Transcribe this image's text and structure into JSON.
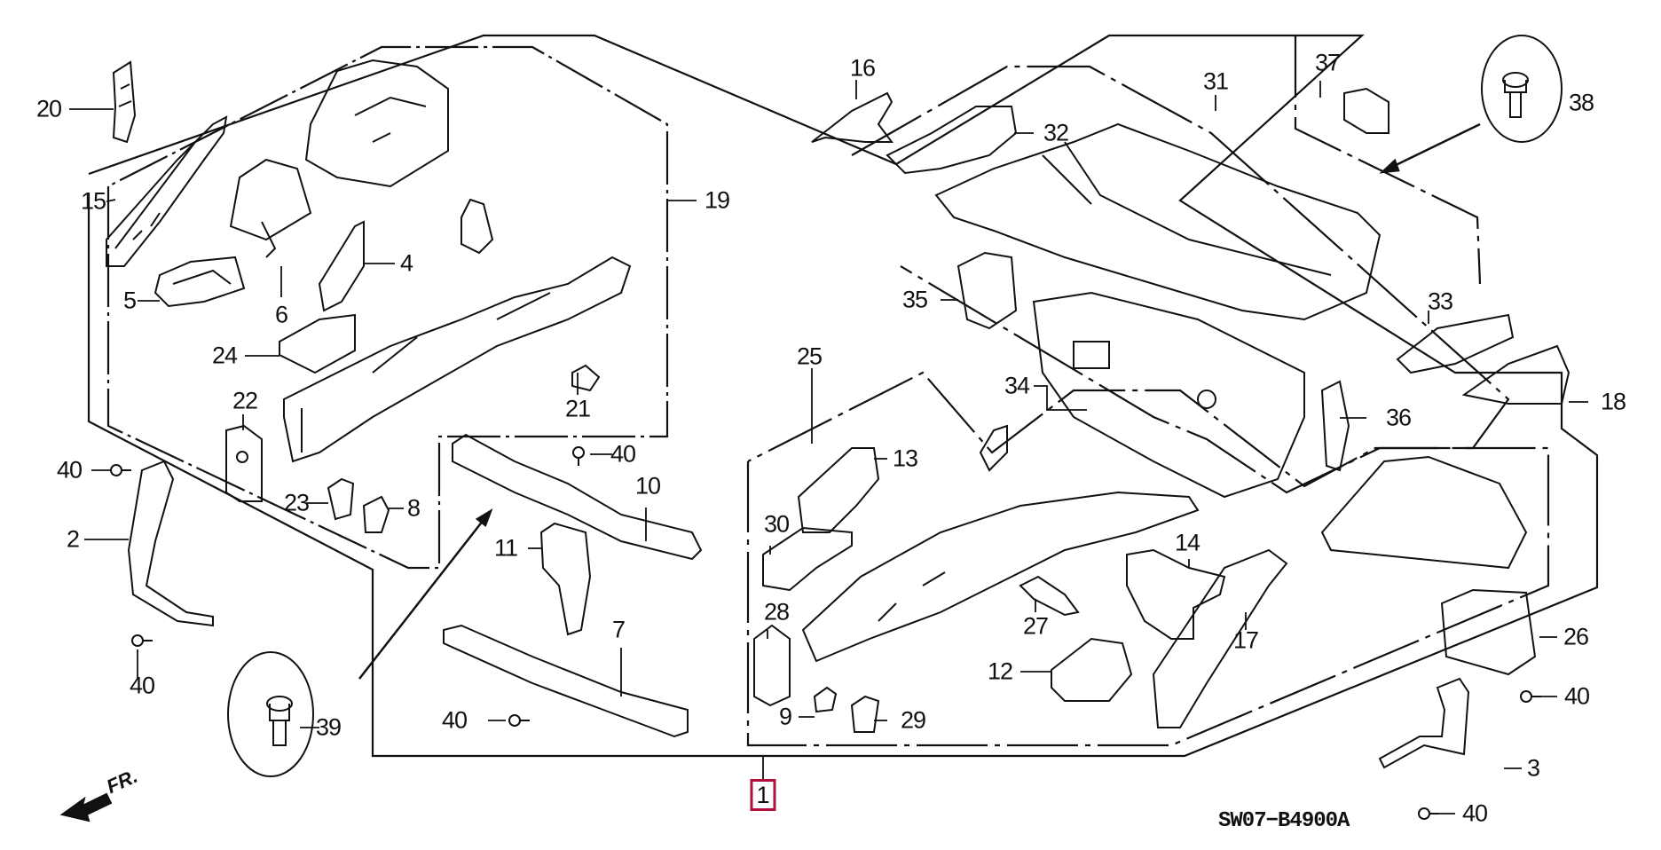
{
  "diagram": {
    "title": "Body structure components (front/rear floor & frame) exploded parts diagram",
    "reference_code": "SW07−B4900A",
    "assembly_key_label": "1",
    "direction_indicator": "FR.",
    "accent_color": "#b0103a",
    "line_color": "#111111",
    "callouts": [
      {
        "id": "c20",
        "text": "20"
      },
      {
        "id": "c15",
        "text": "15"
      },
      {
        "id": "c5",
        "text": "5"
      },
      {
        "id": "c6",
        "text": "6"
      },
      {
        "id": "c4",
        "text": "4"
      },
      {
        "id": "c24",
        "text": "24"
      },
      {
        "id": "c22",
        "text": "22"
      },
      {
        "id": "c21",
        "text": "21"
      },
      {
        "id": "c19",
        "text": "19"
      },
      {
        "id": "c40a",
        "text": "40"
      },
      {
        "id": "c2",
        "text": "2"
      },
      {
        "id": "c40b",
        "text": "40"
      },
      {
        "id": "c23",
        "text": "23"
      },
      {
        "id": "c8",
        "text": "8"
      },
      {
        "id": "c40c",
        "text": "40"
      },
      {
        "id": "c10",
        "text": "10"
      },
      {
        "id": "c11",
        "text": "11"
      },
      {
        "id": "c7",
        "text": "7"
      },
      {
        "id": "c39",
        "text": "39"
      },
      {
        "id": "c40d",
        "text": "40"
      },
      {
        "id": "c16",
        "text": "16"
      },
      {
        "id": "c32",
        "text": "32"
      },
      {
        "id": "c31",
        "text": "31"
      },
      {
        "id": "c37",
        "text": "37"
      },
      {
        "id": "c38",
        "text": "38"
      },
      {
        "id": "c35",
        "text": "35"
      },
      {
        "id": "c33",
        "text": "33"
      },
      {
        "id": "c18",
        "text": "18"
      },
      {
        "id": "c34",
        "text": "34"
      },
      {
        "id": "c36",
        "text": "36"
      },
      {
        "id": "c25",
        "text": "25"
      },
      {
        "id": "c13",
        "text": "13"
      },
      {
        "id": "c30",
        "text": "30"
      },
      {
        "id": "c28",
        "text": "28"
      },
      {
        "id": "c9",
        "text": "9"
      },
      {
        "id": "c29",
        "text": "29"
      },
      {
        "id": "c27",
        "text": "27"
      },
      {
        "id": "c14",
        "text": "14"
      },
      {
        "id": "c12",
        "text": "12"
      },
      {
        "id": "c17",
        "text": "17"
      },
      {
        "id": "c26",
        "text": "26"
      },
      {
        "id": "c40e",
        "text": "40"
      },
      {
        "id": "c3",
        "text": "3"
      },
      {
        "id": "c40f",
        "text": "40"
      }
    ]
  }
}
